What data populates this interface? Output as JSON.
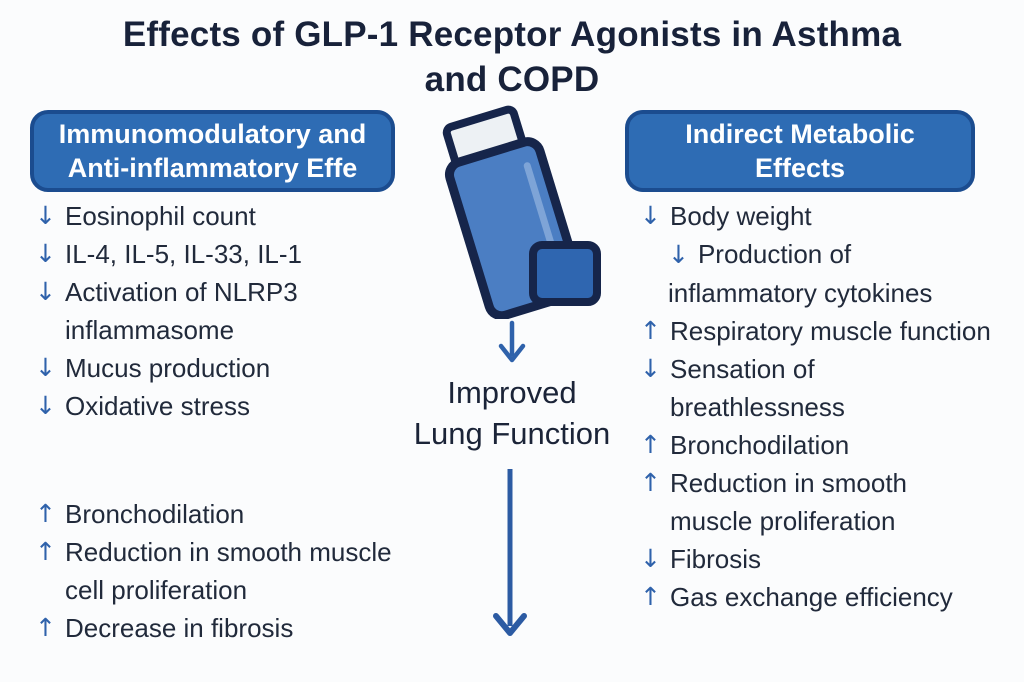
{
  "title": {
    "line1": "Effects of GLP-1 Receptor Agonists in Asthma",
    "line2": "and COPD"
  },
  "colors": {
    "background": "#fbfcfd",
    "box_blue": "#2e6cb4",
    "box_border_blue": "#1b4c8f",
    "arrow_blue": "#2f62ab",
    "text_navy": "#1b2438",
    "inhaler_body": "#4b7ec3",
    "inhaler_mouthpiece": "#2f66b0",
    "inhaler_cap": "#edf1f4",
    "inhaler_outline": "#16254a"
  },
  "left_panel": {
    "header": "Immunomodulatory and Anti-inflammatory Effe",
    "items_top": [
      {
        "arrow": "↓",
        "direction": "decrease",
        "text": "Eosinophil count"
      },
      {
        "arrow": "↓",
        "direction": "decrease",
        "text": "IL-4, IL-5, IL-33, IL-1"
      },
      {
        "arrow": "↓",
        "direction": "decrease",
        "text": "Activation of NLRP3 inflammasome"
      },
      {
        "arrow": "↓",
        "direction": "decrease",
        "text": "Mucus production"
      },
      {
        "arrow": "↓",
        "direction": "decrease",
        "text": "Oxidative stress"
      }
    ],
    "items_bottom": [
      {
        "arrow": "↑",
        "direction": "increase",
        "text": "Bronchodilation"
      },
      {
        "arrow": "↑",
        "direction": "increase",
        "text": "Reduction in smooth muscle cell proliferation"
      },
      {
        "arrow": "↑",
        "direction": "increase",
        "text": "Decrease in fibrosis"
      }
    ]
  },
  "center": {
    "outcome_line1": "Improved",
    "outcome_line2": "Lung Function"
  },
  "right_panel": {
    "header": "Indirect Metabolic Effects",
    "items": [
      {
        "arrow": "↓",
        "direction": "decrease",
        "text": "Body weight",
        "indent": false
      },
      {
        "arrow": "↓",
        "direction": "decrease",
        "text": "Production of inflammatory cytokines",
        "indent": true
      },
      {
        "arrow": "↑",
        "direction": "increase",
        "text": "Respiratory muscle function",
        "indent": false
      },
      {
        "arrow": "↓",
        "direction": "decrease",
        "text": "Sensation of breathlessness",
        "indent": false
      },
      {
        "arrow": "↑",
        "direction": "increase",
        "text": "Bronchodilation",
        "indent": false
      },
      {
        "arrow": "↑",
        "direction": "increase",
        "text": "Reduction in smooth muscle proliferation",
        "indent": false
      },
      {
        "arrow": "↓",
        "direction": "decrease",
        "text": "Fibrosis",
        "indent": false
      },
      {
        "arrow": "↑",
        "direction": "increase",
        "text": "Gas exchange efficiency",
        "indent": false
      }
    ]
  }
}
